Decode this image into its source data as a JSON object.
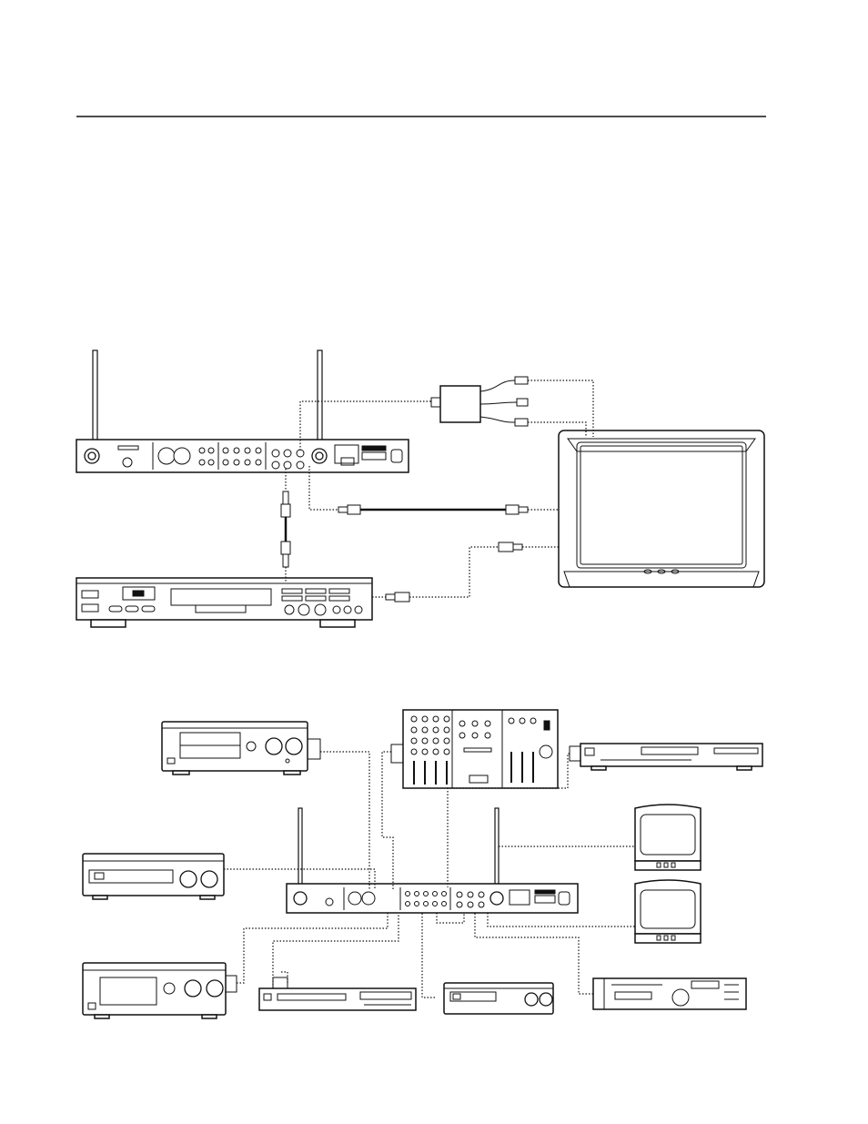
{
  "page": {
    "header_rule": true
  },
  "top_diagram": {
    "devices": [
      {
        "id": "wireless-receiver",
        "icon": "wireless-receiver-icon"
      },
      {
        "id": "av-adapter",
        "icon": "rca-splitter-icon"
      },
      {
        "id": "television",
        "icon": "tv-icon"
      },
      {
        "id": "dvd-player",
        "icon": "dvd-player-icon"
      }
    ]
  },
  "bottom_diagram": {
    "devices": [
      {
        "id": "power-amplifier",
        "icon": "amplifier-icon"
      },
      {
        "id": "mixer",
        "icon": "mixer-icon"
      },
      {
        "id": "dvd-player-rack",
        "icon": "dvd-player-icon"
      },
      {
        "id": "tuner",
        "icon": "tuner-icon"
      },
      {
        "id": "wireless-receiver",
        "icon": "wireless-receiver-icon"
      },
      {
        "id": "monitor-1",
        "icon": "monitor-icon"
      },
      {
        "id": "monitor-2",
        "icon": "monitor-icon"
      },
      {
        "id": "integrated-amplifier",
        "icon": "amplifier-icon"
      },
      {
        "id": "cd-player",
        "icon": "cd-player-icon"
      },
      {
        "id": "cassette-deck",
        "icon": "cassette-deck-icon"
      },
      {
        "id": "dual-cd-player",
        "icon": "dual-cd-player-icon"
      }
    ]
  }
}
